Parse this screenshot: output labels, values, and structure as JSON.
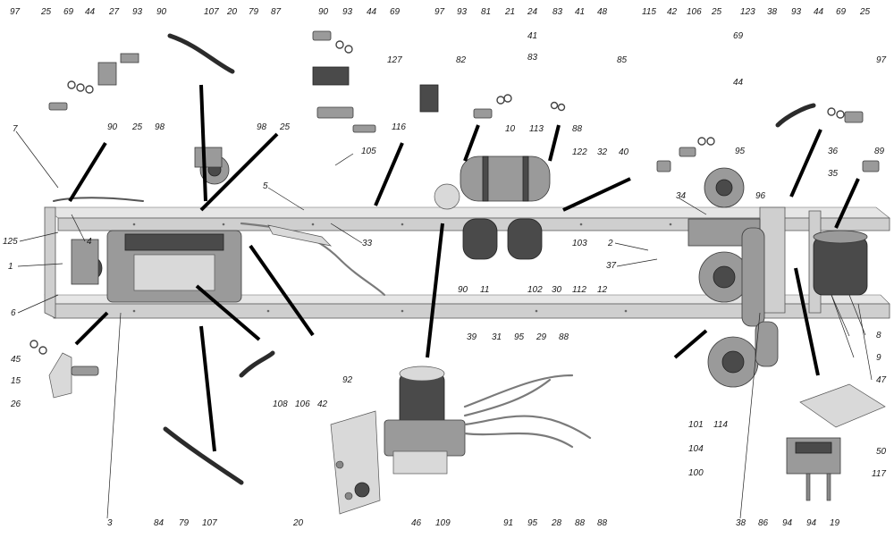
{
  "labels": {
    "top_left": [
      "97",
      "25",
      "69",
      "44",
      "27",
      "93",
      "90",
      "107",
      "20",
      "79",
      "87",
      "90",
      "93",
      "44",
      "69",
      "97",
      "93",
      "81",
      "21",
      "24",
      "41",
      "83",
      "83",
      "41",
      "48",
      "115",
      "42",
      "106",
      "25",
      "123",
      "38",
      "93",
      "44",
      "69",
      "25",
      "97"
    ],
    "misc": [
      "90",
      "25",
      "98",
      "98",
      "25",
      "127",
      "82",
      "116",
      "85",
      "88",
      "10",
      "113",
      "122",
      "32",
      "40",
      "69",
      "44",
      "95",
      "89",
      "36",
      "35",
      "34",
      "96",
      "105",
      "7",
      "125",
      "1",
      "4",
      "6",
      "5",
      "33",
      "2",
      "37",
      "103",
      "90",
      "11",
      "102",
      "30",
      "112",
      "12",
      "8",
      "9",
      "47",
      "45",
      "15",
      "26",
      "92",
      "108",
      "106",
      "42",
      "39",
      "31",
      "95",
      "29",
      "88",
      "101",
      "114",
      "104",
      "100",
      "50",
      "117",
      "3",
      "84",
      "79",
      "107",
      "20",
      "46",
      "109",
      "91",
      "95",
      "28",
      "88",
      "88",
      "38",
      "86",
      "94",
      "94",
      "19"
    ]
  }
}
